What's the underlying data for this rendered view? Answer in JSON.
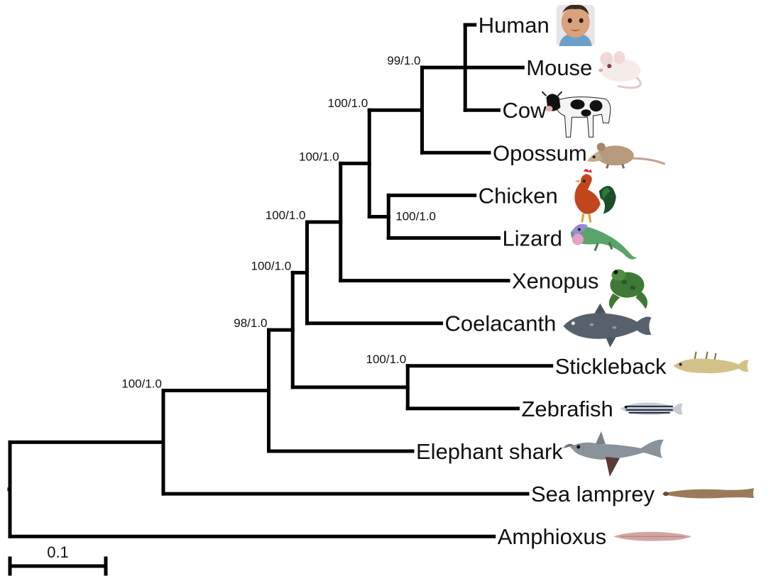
{
  "colors": {
    "branch": "#000000",
    "text": "#111111",
    "background": "#ffffff"
  },
  "taxa": [
    {
      "id": "human",
      "label": "Human",
      "icon": "human-baby-icon",
      "depth": 0.485
    },
    {
      "id": "mouse",
      "label": "Mouse",
      "icon": "mouse-icon",
      "depth": 0.535
    },
    {
      "id": "cow",
      "label": "Cow",
      "icon": "cow-icon",
      "depth": 0.51
    },
    {
      "id": "opossum",
      "label": "Opossum",
      "icon": "opossum-icon",
      "depth": 0.5
    },
    {
      "id": "chicken",
      "label": "Chicken",
      "icon": "rooster-icon",
      "depth": 0.485
    },
    {
      "id": "lizard",
      "label": "Lizard",
      "icon": "lizard-icon",
      "depth": 0.51
    },
    {
      "id": "xenopus",
      "label": "Xenopus",
      "icon": "frog-icon",
      "depth": 0.52
    },
    {
      "id": "coelacanth",
      "label": "Coelacanth",
      "icon": "coelacanth-icon",
      "depth": 0.45
    },
    {
      "id": "stickleback",
      "label": "Stickleback",
      "icon": "stickleback-icon",
      "depth": 0.565
    },
    {
      "id": "zebrafish",
      "label": "Zebrafish",
      "icon": "zebrafish-icon",
      "depth": 0.53
    },
    {
      "id": "elephant_shark",
      "label": "Elephant shark",
      "icon": "elephant-shark-icon",
      "depth": 0.42
    },
    {
      "id": "sea_lamprey",
      "label": "Sea lamprey",
      "icon": "lamprey-icon",
      "depth": 0.54
    },
    {
      "id": "amphioxus",
      "label": "Amphioxus",
      "icon": "amphioxus-icon",
      "depth": 0.505
    }
  ],
  "clades": [
    {
      "id": "mammals",
      "children": [
        "human",
        "mouse",
        "cow"
      ],
      "depth": 0.475,
      "support": ""
    },
    {
      "id": "theria",
      "children": [
        "mammals",
        "opossum"
      ],
      "depth": 0.43,
      "support": "99/1.0"
    },
    {
      "id": "sauropsids",
      "children": [
        "chicken",
        "lizard"
      ],
      "depth": 0.395,
      "support": "100/1.0"
    },
    {
      "id": "amniotes",
      "children": [
        "theria",
        "sauropsids"
      ],
      "depth": 0.375,
      "support": "100/1.0"
    },
    {
      "id": "tetrapods",
      "children": [
        "amniotes",
        "xenopus"
      ],
      "depth": 0.345,
      "support": "100/1.0"
    },
    {
      "id": "sarcopterygii",
      "children": [
        "tetrapods",
        "coelacanth"
      ],
      "depth": 0.31,
      "support": "100/1.0"
    },
    {
      "id": "teleosts",
      "children": [
        "stickleback",
        "zebrafish"
      ],
      "depth": 0.415,
      "support": "100/1.0"
    },
    {
      "id": "osteichthyes",
      "children": [
        "sarcopterygii",
        "teleosts"
      ],
      "depth": 0.295,
      "support": "100/1.0"
    },
    {
      "id": "gnathostomes",
      "children": [
        "osteichthyes",
        "elephant_shark"
      ],
      "depth": 0.27,
      "support": "98/1.0"
    },
    {
      "id": "vertebrates",
      "children": [
        "gnathostomes",
        "sea_lamprey"
      ],
      "depth": 0.16,
      "support": "100/1.0"
    },
    {
      "id": "root",
      "children": [
        "vertebrates",
        "amphioxus"
      ],
      "depth": 0.0,
      "support": ""
    }
  ],
  "scale_bar": {
    "label": "0.1",
    "length": 0.1
  }
}
